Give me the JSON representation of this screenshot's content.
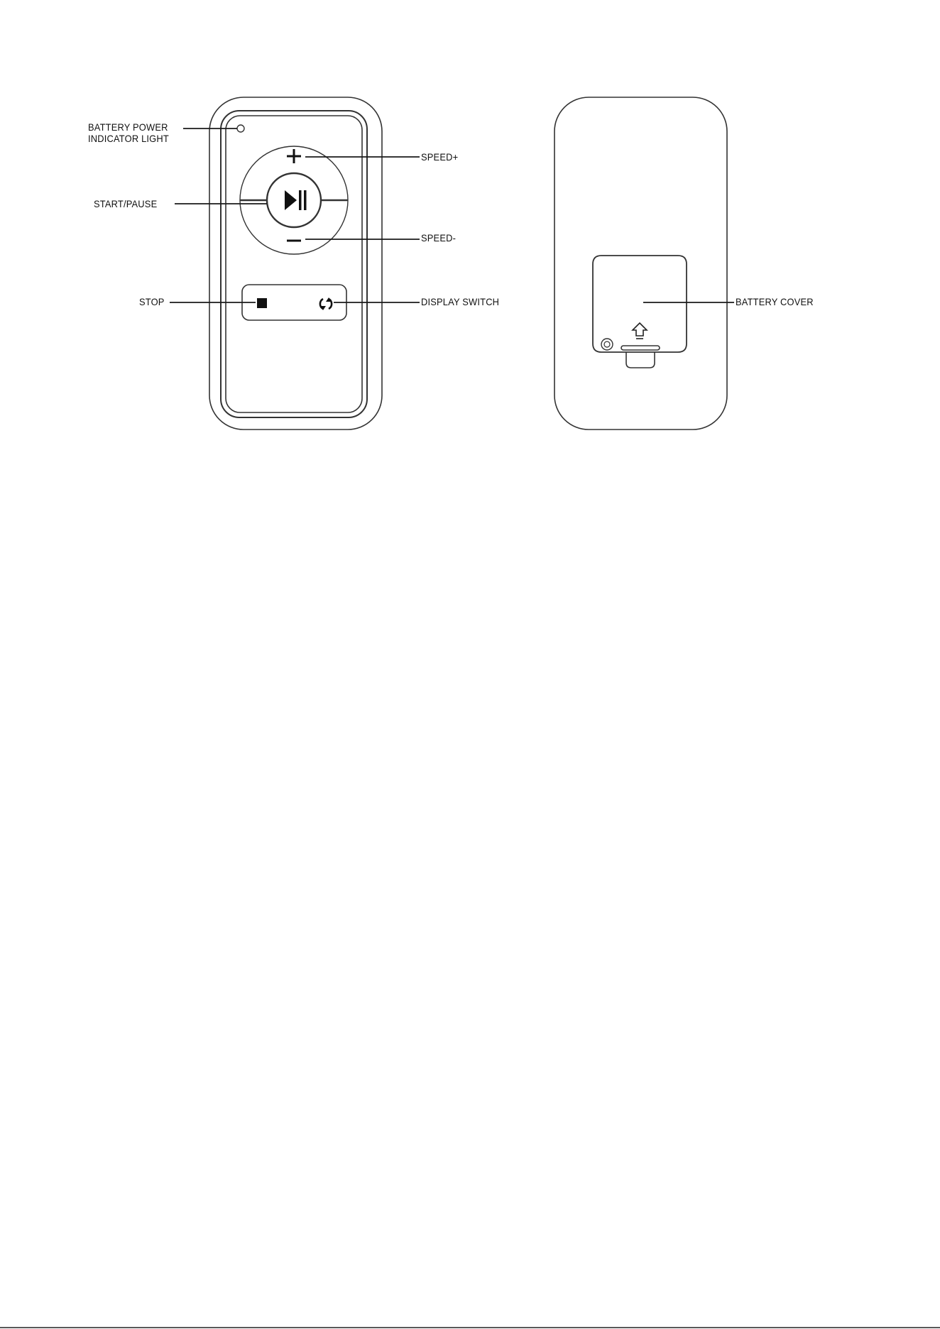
{
  "labels": {
    "battery_power_line1": "BATTERY POWER",
    "battery_power_line2": "INDICATOR LIGHT",
    "start_pause": "START/PAUSE",
    "stop": "STOP",
    "speed_plus": "SPEED+",
    "speed_minus": "SPEED-",
    "display_switch": "DISPLAY SWITCH",
    "battery_cover": "BATTERY COVER"
  },
  "icons": {
    "plus": "plus-icon",
    "minus": "minus-icon",
    "play_pause": "play-pause-icon",
    "stop": "stop-square-icon",
    "display_switch": "refresh-arrows-icon",
    "battery_cover_arrow": "up-arrow-icon"
  },
  "colors": {
    "line": "#1a1a1a",
    "outline": "#3a3a3a",
    "background": "#ffffff"
  }
}
